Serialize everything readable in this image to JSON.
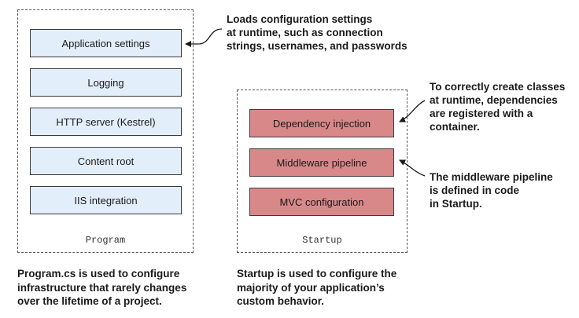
{
  "program": {
    "label": "Program",
    "items": [
      "Application settings",
      "Logging",
      "HTTP server (Kestrel)",
      "Content root",
      "IIS integration"
    ],
    "caption": "Program.cs is used to configure\ninfrastructure that rarely changes\nover the lifetime of a project."
  },
  "startup": {
    "label": "Startup",
    "items": [
      "Dependency injection",
      "Middleware pipeline",
      "MVC configuration"
    ],
    "caption": "Startup is used to configure the\nmajority of your application’s\ncustom behavior."
  },
  "annotations": {
    "config": "Loads configuration settings\nat runtime, such as connection\nstrings, usernames, and passwords",
    "di": "To correctly create classes\nat runtime, dependencies\nare registered with a\ncontainer.",
    "middleware": "The middleware pipeline\nis defined in code\nin Startup."
  },
  "colors": {
    "program_item_fill": "#e3eefb",
    "startup_item_fill": "#d9888a",
    "border": "#3a3a3a"
  }
}
